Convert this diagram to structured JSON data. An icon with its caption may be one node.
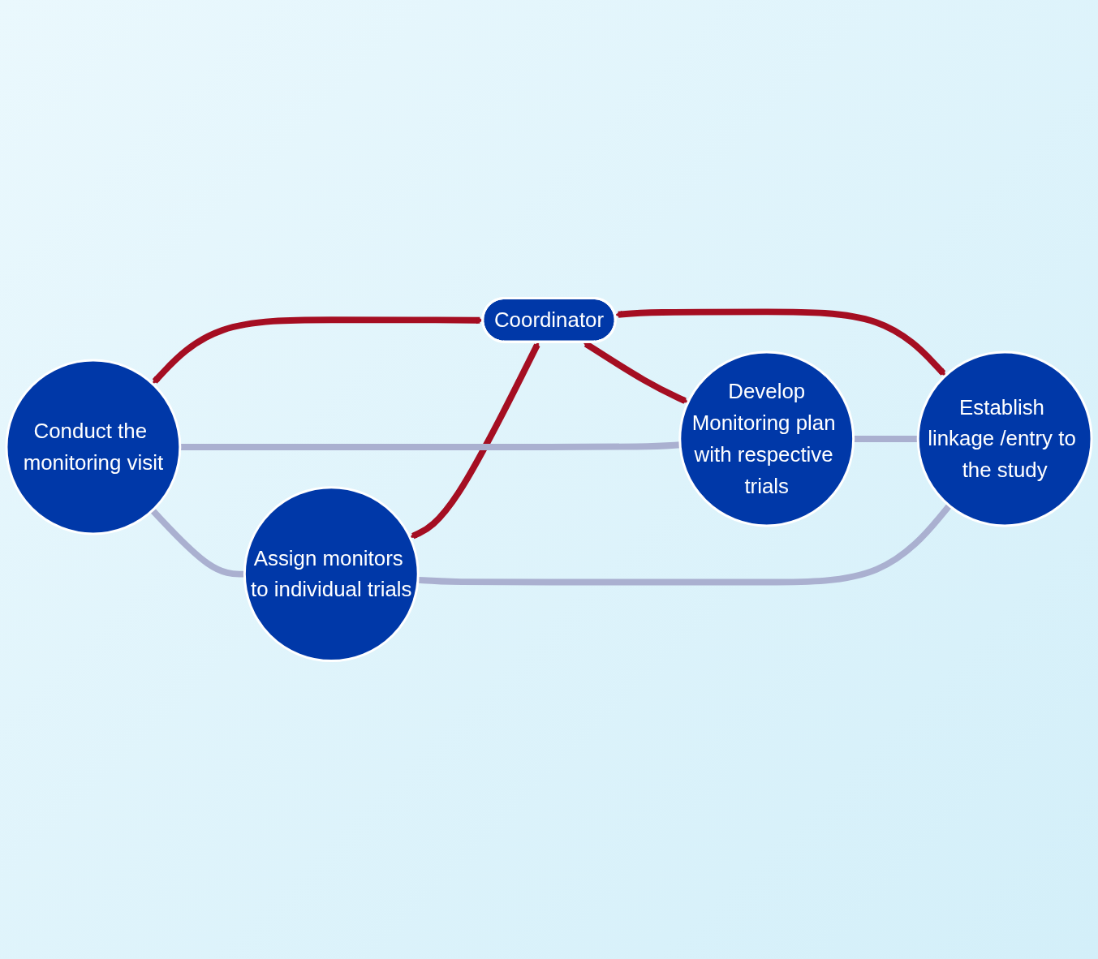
{
  "diagram": {
    "nodes": [
      {
        "text": [
          "Assign monitors to individual trials"
        ]
      },
      {
        "text": [
          "Conduct the monitoring visit"
        ]
      },
      {
        "text": [
          "Coordinator"
        ]
      },
      {
        "text": [
          "Establish linkage /entry to the study"
        ]
      },
      {
        "text": [
          "Develop",
          "Monitoring plan with respective trials"
        ]
      }
    ],
    "edges": [
      {
        "from": 0,
        "to": 2,
        "arrow": "both"
      },
      {
        "from": 1,
        "to": 2,
        "arrow": "both"
      },
      {
        "from": 2,
        "to": 3,
        "arrow": "both"
      },
      {
        "from": 2,
        "to": 4,
        "arrow": "both"
      },
      {
        "from": 0,
        "to": 3,
        "arrow": "none",
        "color": "#aab0d0"
      },
      {
        "from": 4,
        "to": 3,
        "arrow": "none",
        "color": "#aab0d0"
      },
      {
        "from": 1,
        "to": 4,
        "arrow": "none",
        "color": "#aab0d0"
      },
      {
        "from": 1,
        "to": 0,
        "arrow": "none",
        "color": "#aab0d0"
      }
    ]
  }
}
